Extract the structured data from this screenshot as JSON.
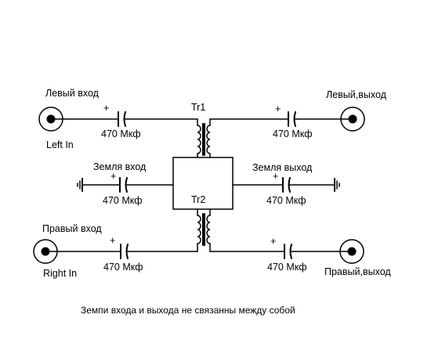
{
  "labels": {
    "left_input": "Левый вход",
    "left_input_en": "Left In",
    "left_output": "Левый,выход",
    "right_input": "Правый вход",
    "right_input_en": "Right In",
    "right_output": "Правый,выход",
    "ground_input": "Земля вход",
    "ground_output": "Земля выход",
    "transformer_1": "Tr1",
    "transformer_2": "Tr2",
    "note": "Земпи входа и выхода не связанны между собой"
  },
  "capacitors": {
    "c1": {
      "value": "470 Мкф",
      "polarity": "+"
    },
    "c2": {
      "value": "470 Мкф",
      "polarity": "+"
    },
    "c3": {
      "value": "470 Мкф",
      "polarity": "+"
    },
    "c4": {
      "value": "470 Мкф",
      "polarity": "+"
    },
    "c5": {
      "value": "470 Мкф",
      "polarity": "+"
    },
    "c6": {
      "value": "470 Мкф",
      "polarity": "+"
    }
  },
  "colors": {
    "ink": "#000000",
    "background": "#ffffff"
  }
}
